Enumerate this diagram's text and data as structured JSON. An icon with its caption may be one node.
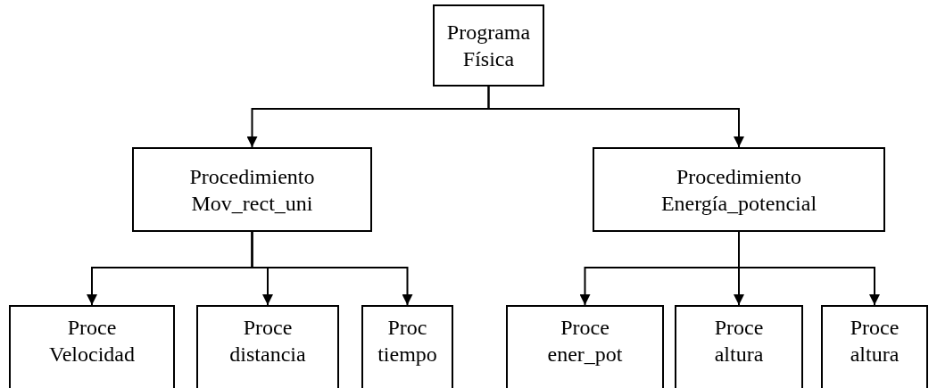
{
  "diagram": {
    "nodes": [
      {
        "text": [
          "Programa Física"
        ]
      },
      {
        "text": [
          "Procedimiento Mov_rect_uni"
        ]
      },
      {
        "text": [
          "Procedimiento Energía_potencial"
        ]
      },
      {
        "text": [
          "Proce Velocidad"
        ]
      },
      {
        "text": [
          "Proce distancia"
        ]
      },
      {
        "text": [
          "Proc tiempo"
        ]
      },
      {
        "text": [
          "Proce ener_pot"
        ]
      },
      {
        "text": [
          "Proce altura"
        ]
      },
      {
        "text": [
          "Proce altura"
        ]
      }
    ],
    "edges": [
      {
        "from": 0,
        "to": 1,
        "arrow": "to"
      },
      {
        "from": 0,
        "to": 2,
        "arrow": "to"
      },
      {
        "from": 1,
        "to": 3,
        "arrow": "to"
      },
      {
        "from": 1,
        "to": 4,
        "arrow": "to"
      },
      {
        "from": 1,
        "to": 5,
        "arrow": "to"
      },
      {
        "from": 2,
        "to": 6,
        "arrow": "to"
      },
      {
        "from": 2,
        "to": 7,
        "arrow": "to"
      },
      {
        "from": 2,
        "to": 8,
        "arrow": "to"
      }
    ]
  }
}
